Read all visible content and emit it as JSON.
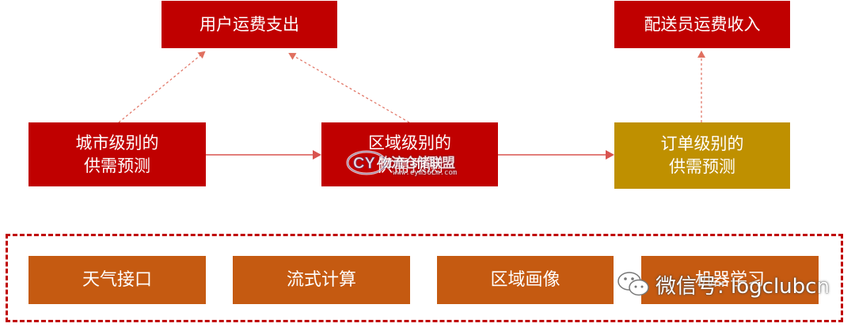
{
  "top": {
    "user_cost": "用户运费支出",
    "courier_income": "配送员运费收入"
  },
  "middle": {
    "city_forecast": "城市级别的\n供需预测",
    "region_forecast": "区域级别的\n供需预测",
    "order_forecast": "订单级别的\n供需预测"
  },
  "base": {
    "items": [
      "天气接口",
      "流式计算",
      "区域画像",
      "机器学习"
    ]
  },
  "watermarks": {
    "wechat": "微信号: logclubcn",
    "cy_name": "物流仓储联盟",
    "cy_url": "www.cym56Lm.com"
  },
  "colors": {
    "red": "#c00000",
    "gold": "#bf9000",
    "orange": "#c55a11"
  }
}
